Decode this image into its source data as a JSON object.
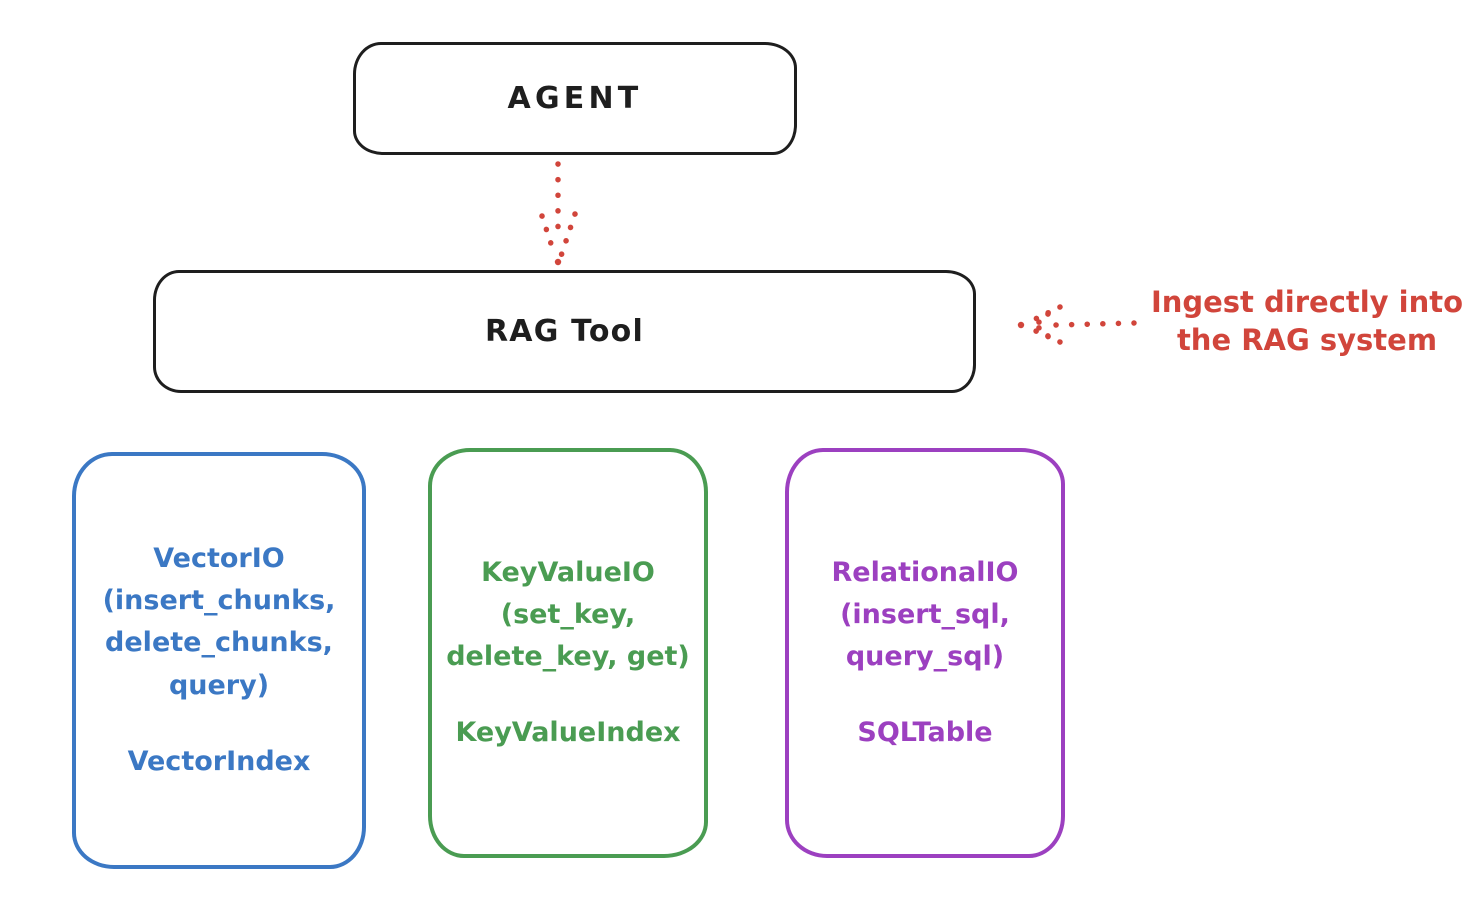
{
  "diagram": {
    "agent": {
      "label": "AGENT"
    },
    "rag_tool": {
      "label": "RAG Tool"
    },
    "annotation": {
      "line1": "Ingest directly into",
      "line2": "the RAG system"
    },
    "boxes": [
      {
        "name": "vector-io",
        "lines": [
          "VectorIO",
          "(insert_chunks,",
          "delete_chunks,",
          "query)"
        ],
        "footer": "VectorIndex",
        "color": "#3b78c4"
      },
      {
        "name": "keyvalue-io",
        "lines": [
          "KeyValueIO",
          "(set_key,",
          "delete_key, get)"
        ],
        "footer": "KeyValueIndex",
        "color": "#4a9c52"
      },
      {
        "name": "relational-io",
        "lines": [
          "RelationalIO",
          "(insert_sql,",
          "query_sql)"
        ],
        "footer": "SQLTable",
        "color": "#9c40c0"
      }
    ],
    "colors": {
      "stroke": "#1e1e1e",
      "red": "#d1453b",
      "blue": "#3b78c4",
      "green": "#4a9c52",
      "purple": "#9c40c0",
      "background": "#ffffff"
    }
  }
}
